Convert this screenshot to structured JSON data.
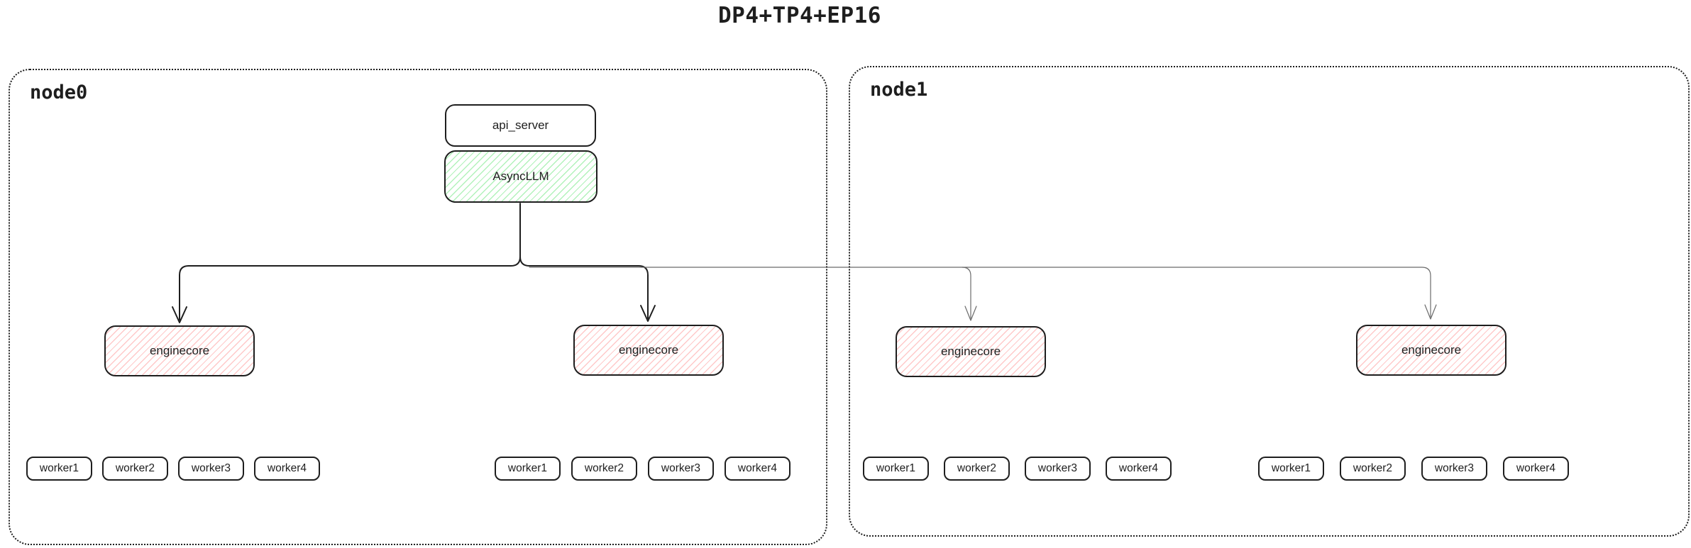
{
  "title": "DP4+TP4+EP16",
  "colors": {
    "outline": "#1e1e1e",
    "green_hatch": "#b2f2bb",
    "red_hatch": "#ffc9c9",
    "secondary_line": "#6b6b6b"
  },
  "nodes": [
    {
      "label": "node0",
      "api_server_label": "api_server",
      "asyncllm_label": "AsyncLLM",
      "enginecores": [
        {
          "label": "enginecore",
          "workers": [
            "worker1",
            "worker2",
            "worker3",
            "worker4"
          ]
        },
        {
          "label": "enginecore",
          "workers": [
            "worker1",
            "worker2",
            "worker3",
            "worker4"
          ]
        }
      ]
    },
    {
      "label": "node1",
      "enginecores": [
        {
          "label": "enginecore",
          "workers": [
            "worker1",
            "worker2",
            "worker3",
            "worker4"
          ]
        },
        {
          "label": "enginecore",
          "workers": [
            "worker1",
            "worker2",
            "worker3",
            "worker4"
          ]
        }
      ]
    }
  ]
}
